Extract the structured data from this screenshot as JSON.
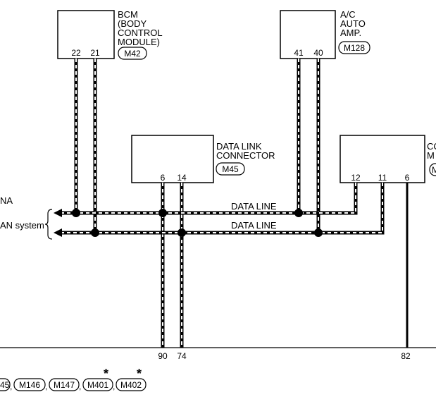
{
  "bcm": {
    "name_lines": [
      "BCM",
      "(BODY",
      "CONTROL",
      "MODULE)"
    ],
    "connector": "M42",
    "pins": [
      "22",
      "21"
    ]
  },
  "ac_amp": {
    "name_lines": [
      "A/C",
      "AUTO",
      "AMP."
    ],
    "connector": "M128",
    "pins": [
      "41",
      "40"
    ]
  },
  "dlc": {
    "name_lines": [
      "DATA LINK",
      "CONNECTOR"
    ],
    "connector": "M45",
    "pins": [
      "6",
      "14"
    ]
  },
  "right_module": {
    "name_lines": [
      "CO",
      "M"
    ],
    "connector": "M",
    "pins": [
      "12",
      "11",
      "6"
    ]
  },
  "left_labels": {
    "line1": "NA",
    "line2": "AN system"
  },
  "data_lines": {
    "upper": "DATA LINE",
    "lower": "DATA LINE"
  },
  "bottom_pins": [
    "90",
    "74",
    "82"
  ],
  "footer_connectors": [
    "45",
    "M146",
    "M147",
    "M401",
    "M402"
  ],
  "footer_marks": [
    "*",
    "*"
  ],
  "colors": {
    "line": "#000000",
    "background": "#ffffff"
  }
}
